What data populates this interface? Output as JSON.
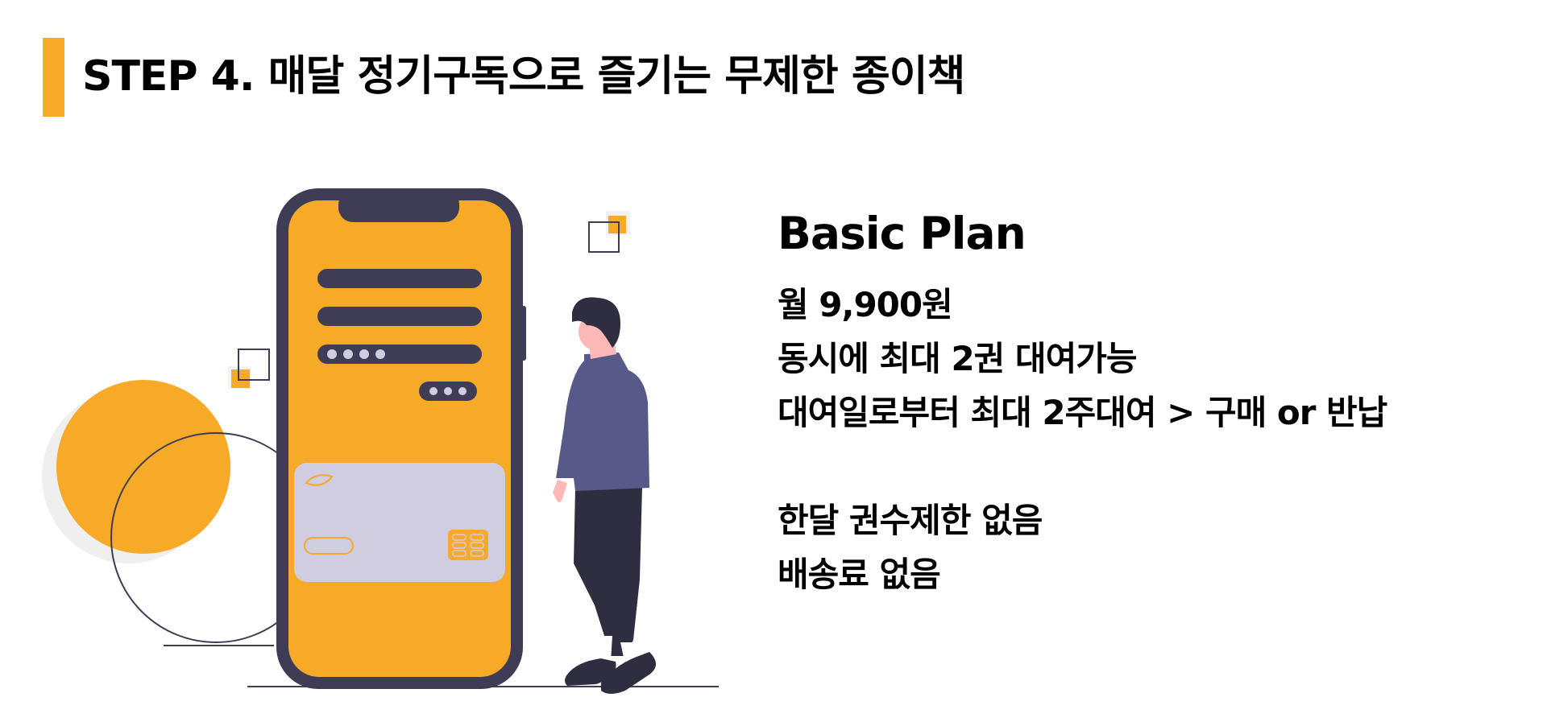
{
  "slide": {
    "title": "STEP 4. 매달 정기구독으로 즐기는 무제한 종이책"
  },
  "plan": {
    "name": "Basic Plan",
    "details": [
      "월 9,900원",
      "동시에 최대 2권 대여가능",
      "대여일로부터 최대 2주대여 > 구매 or 반납"
    ],
    "extras": [
      "한달 권수제한 없음",
      "배송료 없음"
    ]
  },
  "colors": {
    "accent": "#f7a928",
    "dark": "#3f3d56",
    "shirt": "#575a89",
    "card": "#d0cde1",
    "skin": "#ffb8b8"
  },
  "illustration": {
    "icons": [
      "smartphone-icon",
      "credit-card-icon",
      "person-figure"
    ]
  }
}
